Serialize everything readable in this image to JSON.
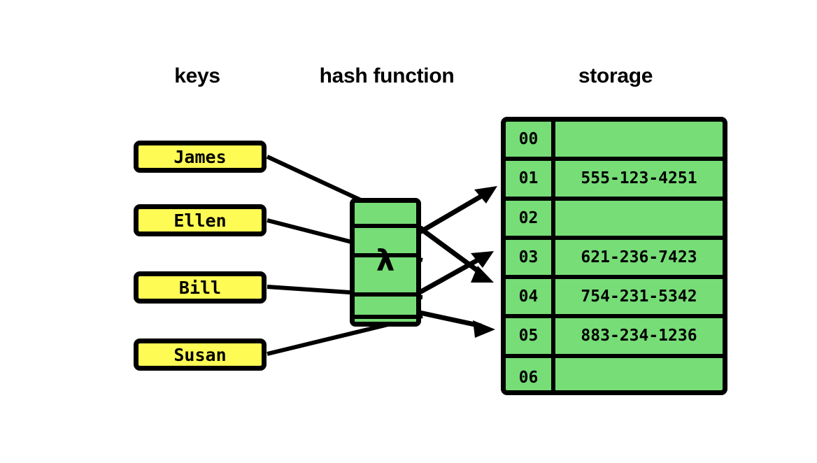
{
  "headings": {
    "keys": "keys",
    "hash_function": "hash function",
    "storage": "storage"
  },
  "keys": [
    {
      "label": "James"
    },
    {
      "label": "Ellen"
    },
    {
      "label": "Bill"
    },
    {
      "label": "Susan"
    }
  ],
  "hash_function": {
    "symbol": "λ"
  },
  "storage": {
    "rows": [
      {
        "index": "00",
        "value": ""
      },
      {
        "index": "01",
        "value": "555-123-4251"
      },
      {
        "index": "02",
        "value": ""
      },
      {
        "index": "03",
        "value": "621-236-7423"
      },
      {
        "index": "04",
        "value": "754-231-5342"
      },
      {
        "index": "05",
        "value": "883-234-1236"
      },
      {
        "index": "06",
        "value": ""
      }
    ]
  },
  "colors": {
    "key_fill": "#FFFB55",
    "storage_fill": "#77DD77",
    "hash_fill": "#77DD77",
    "outline": "#000000",
    "background": "#FFFFFF"
  }
}
